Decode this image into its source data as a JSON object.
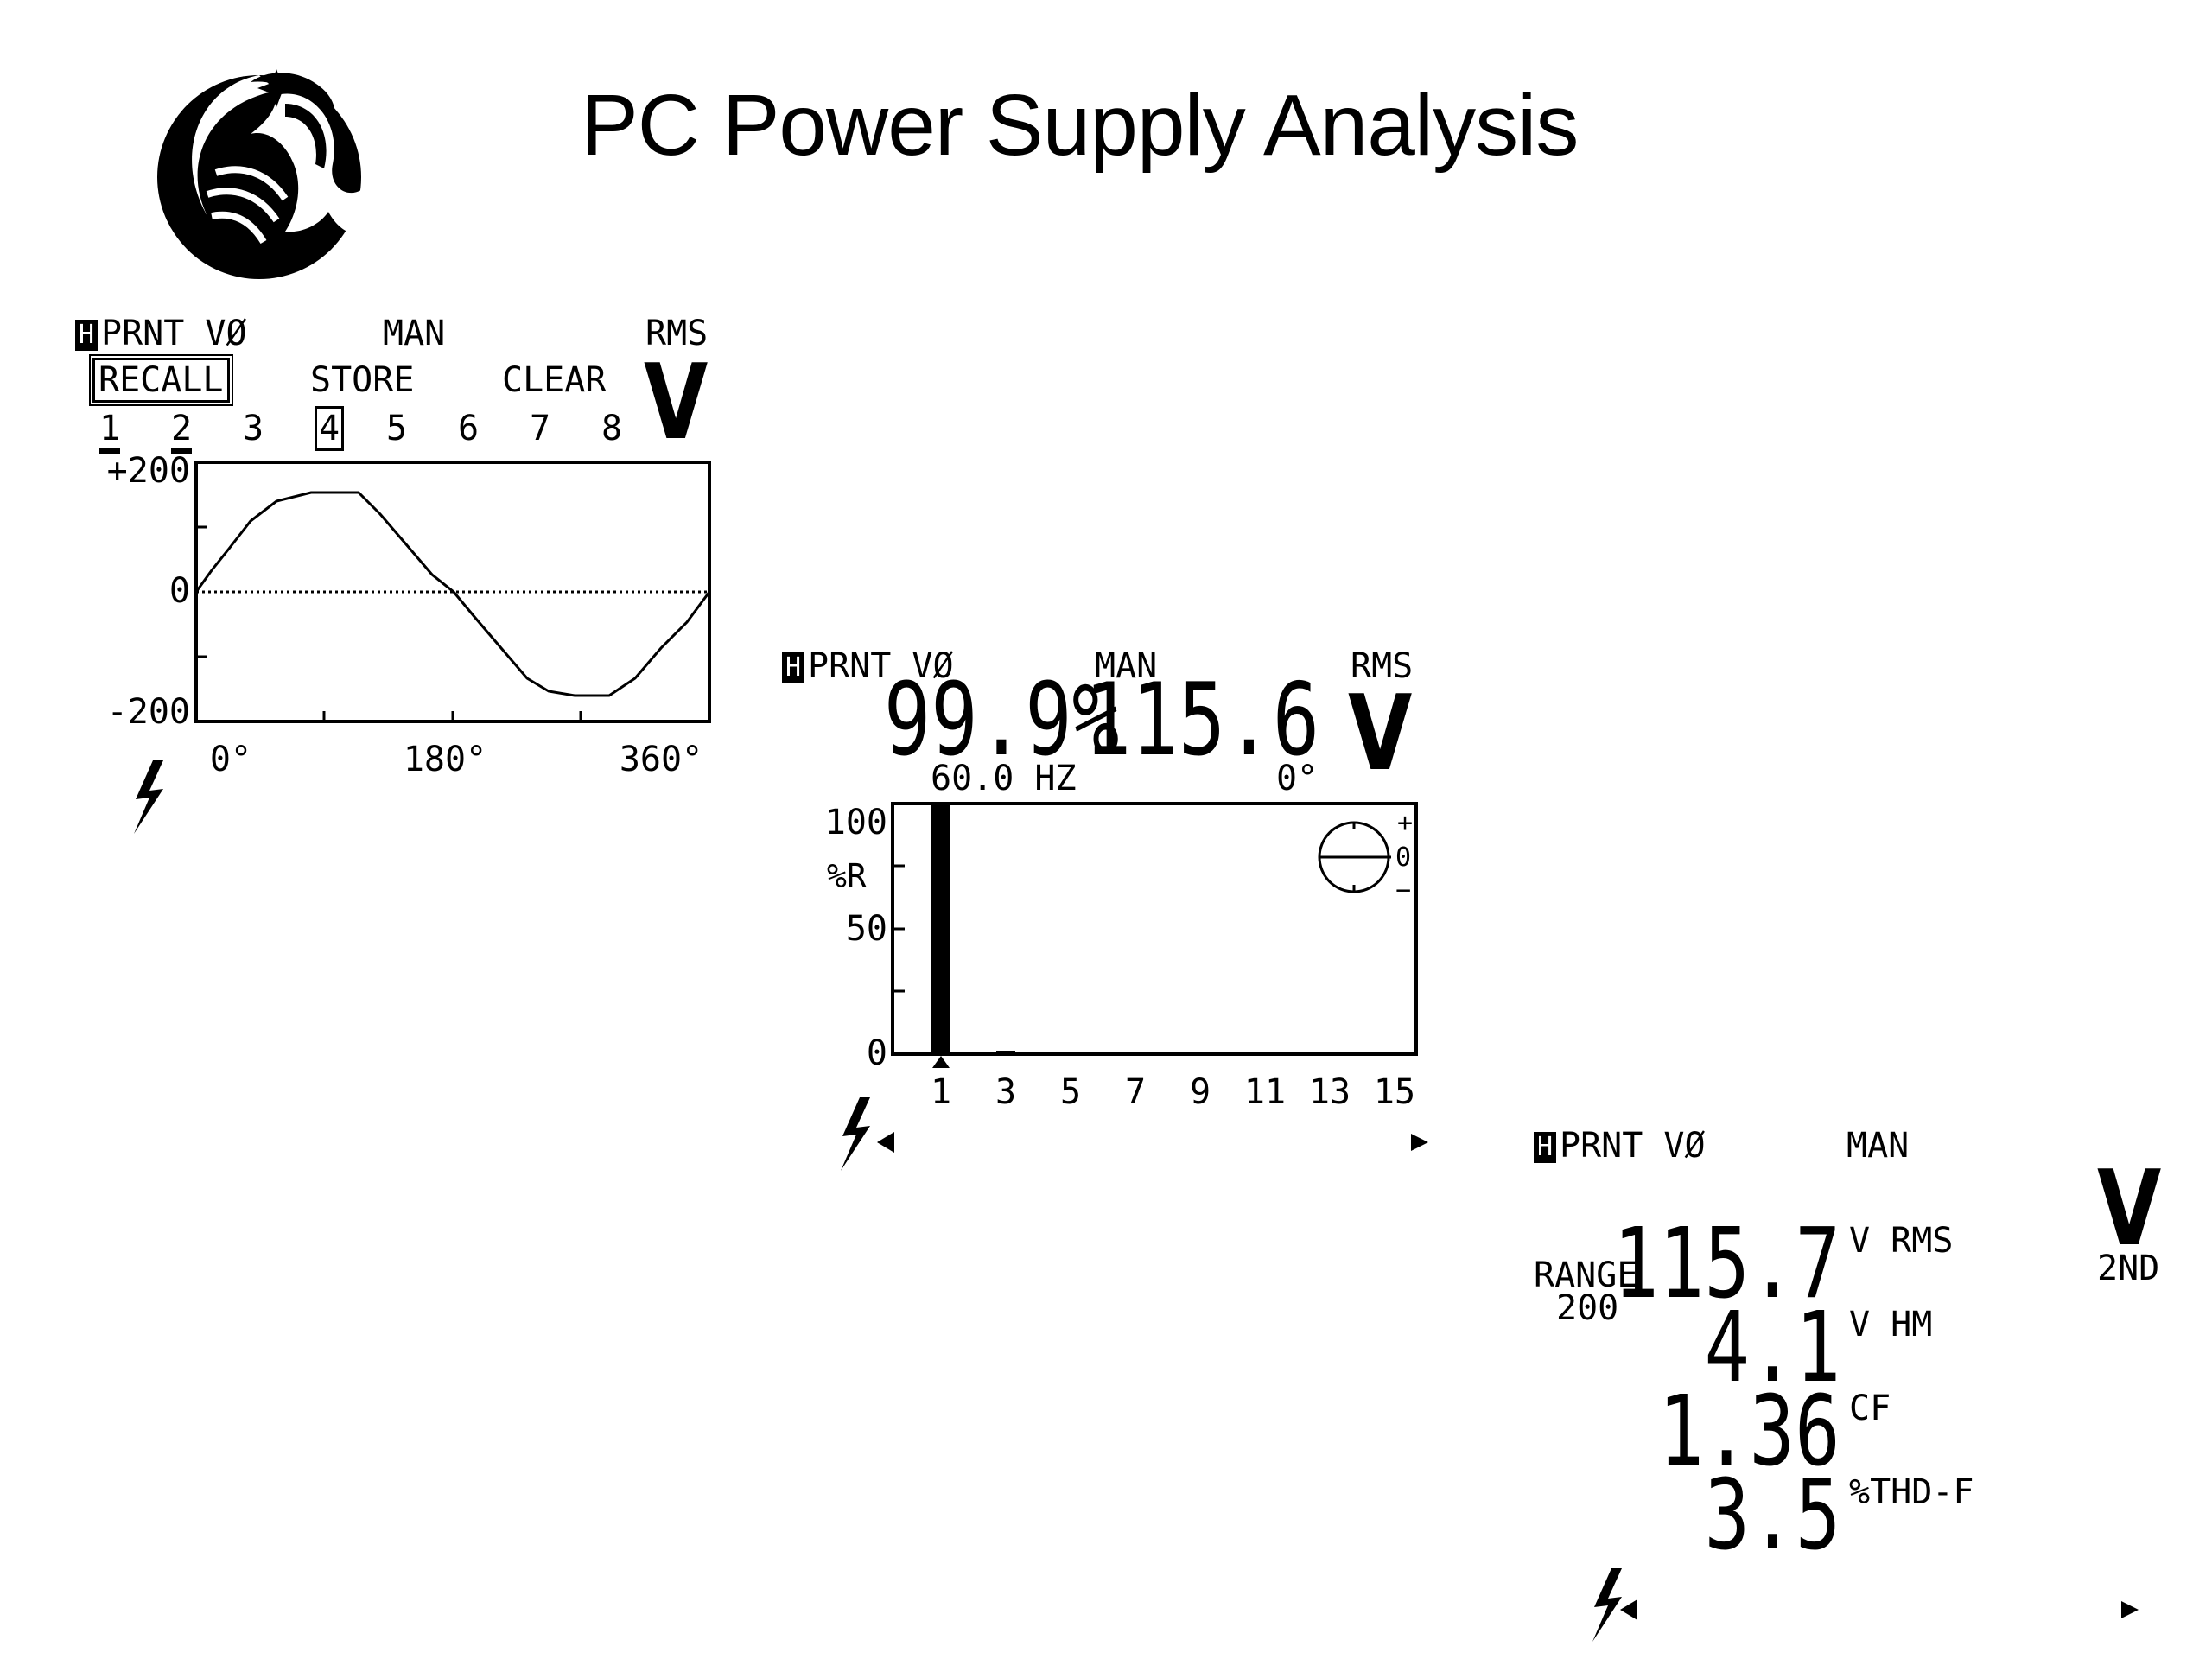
{
  "slide": {
    "title": "PC Power Supply Analysis"
  },
  "screen1": {
    "status": {
      "hold": "H",
      "print": "PRNT VØ",
      "mode": "MAN",
      "meas": "RMS"
    },
    "menu": {
      "recall": "RECALL",
      "store": "STORE",
      "clear": "CLEAR"
    },
    "slots": [
      "1",
      "2",
      "3",
      "4",
      "5",
      "6",
      "7",
      "8"
    ],
    "unit": "V",
    "y_labels": {
      "top": "+200",
      "mid": "0",
      "bottom": "-200"
    },
    "x_labels": [
      "0°",
      "180°",
      "360°"
    ],
    "icon": "lightning-icon"
  },
  "screen2": {
    "status": {
      "hold": "H",
      "print": "PRNT VØ",
      "mode": "MAN",
      "meas": "RMS"
    },
    "percent": "99.9%",
    "value": "115.6",
    "unit": "V",
    "frequency": "60.0 HZ",
    "phase": "0°",
    "y_axis_title": "%R",
    "y_labels": [
      "100",
      "50",
      "0"
    ],
    "harmonics": [
      "1",
      "3",
      "5",
      "7",
      "9",
      "11",
      "13",
      "15"
    ],
    "bar_values_percent": [
      100,
      0.5
    ],
    "phase_dial": {
      "plus": "+",
      "zero": "0",
      "minus": "−"
    },
    "icons": [
      "lightning-icon",
      "arrow-left-icon",
      "arrow-right-icon"
    ]
  },
  "screen3": {
    "status": {
      "hold": "H",
      "print": "PRNT VØ",
      "mode": "MAN"
    },
    "unit": "V",
    "function": "2ND",
    "range_label": "RANGE",
    "range_value": "200",
    "readings": [
      {
        "value": "115.7",
        "label": "V RMS"
      },
      {
        "value": "4.1",
        "label": "V HM"
      },
      {
        "value": "1.36",
        "label": "CF"
      },
      {
        "value": "3.5",
        "label": "%THD-F"
      }
    ],
    "icons": [
      "lightning-icon",
      "arrow-left-icon",
      "arrow-right-icon"
    ]
  }
}
